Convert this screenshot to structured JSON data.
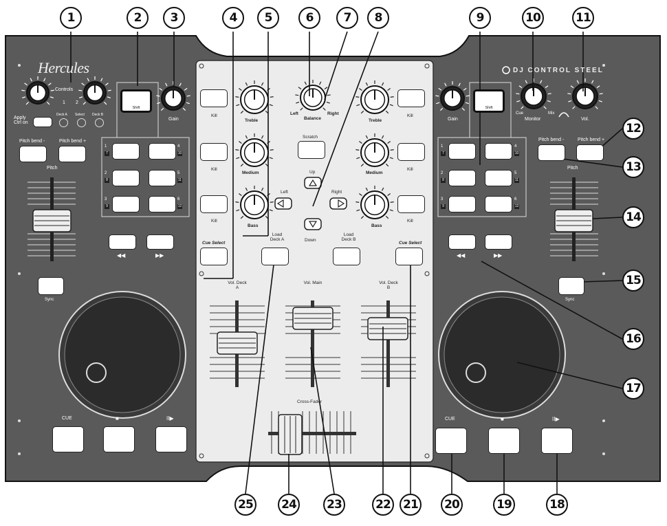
{
  "brand": "Hercules",
  "product": "DJ CONTROL STEEL",
  "callouts": [
    "1",
    "2",
    "3",
    "4",
    "5",
    "6",
    "7",
    "8",
    "9",
    "10",
    "11",
    "12",
    "13",
    "14",
    "15",
    "16",
    "17",
    "18",
    "19",
    "20",
    "21",
    "22",
    "23",
    "24",
    "25"
  ],
  "left_deck": {
    "controls_label": "Controls",
    "control_1": "1",
    "control_2": "2",
    "apply_ctrl": "Apply Ctrl on",
    "deck_a": "Deck A",
    "select": "Select",
    "deck_b": "Deck B",
    "shift": "Shift",
    "gain": "Gain",
    "pitch_bend_minus": "Pitch bend -",
    "pitch_bend_plus": "Pitch bend +",
    "pitch": "Pitch",
    "sync": "Sync",
    "cue": "CUE",
    "stop": "■",
    "play_pause": "II▶",
    "rewind": "◀◀",
    "forward": "▶▶",
    "pads": [
      "1",
      "4",
      "2",
      "5",
      "3",
      "6"
    ],
    "pad_shift": [
      "7",
      "10",
      "8",
      "11",
      "9",
      "12"
    ]
  },
  "right_deck": {
    "monitor": "Monitor",
    "cue": "Cue",
    "mix": "Mix",
    "vol": "Vol.",
    "gain": "Gain",
    "shift": "Shift",
    "pitch_bend_minus": "Pitch bend -",
    "pitch_bend_plus": "Pitch bend +",
    "pitch": "Pitch",
    "sync": "Sync",
    "cue_btn": "CUE",
    "stop": "■",
    "play_pause": "II▶",
    "rewind": "◀◀",
    "forward": "▶▶",
    "pads": [
      "1",
      "4",
      "2",
      "5",
      "3",
      "6"
    ],
    "pad_shift": [
      "7",
      "10",
      "8",
      "11",
      "9",
      "12"
    ]
  },
  "mixer": {
    "kill": "Kill",
    "treble": "Treble",
    "medium": "Medium",
    "bass": "Bass",
    "balance": "Balance",
    "left": "Left",
    "right": "Right",
    "scratch": "Scratch",
    "up": "Up",
    "down": "Down",
    "cue_select": "Cue Select",
    "load_deck_a": "Load Deck A",
    "load_deck_b": "Load Deck B",
    "vol_deck_a": "Vol. Deck A",
    "vol_main": "Vol. Main",
    "vol_deck_b": "Vol. Deck B",
    "cross_fader": "Cross-Fader"
  }
}
